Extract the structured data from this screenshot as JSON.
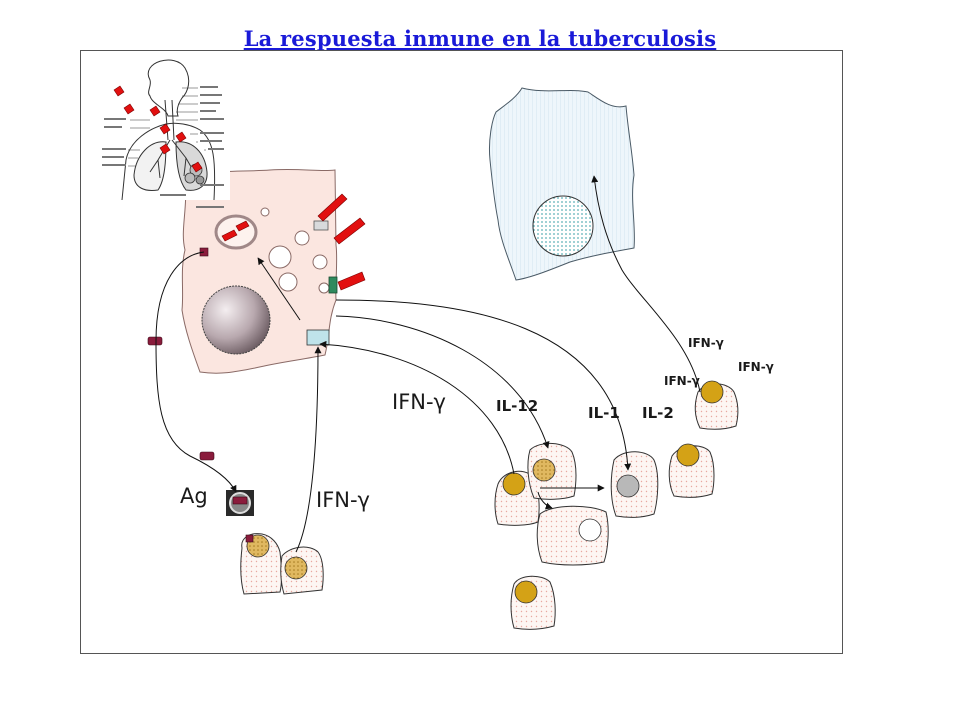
{
  "title": "La respuesta inmune en la  tuberculosis",
  "labels": {
    "ag": "Ag",
    "ifn_big_top": "IFN-γ",
    "ifn_big_bottom": "IFN-γ",
    "il12": "IL-12",
    "il1": "IL-1",
    "il2": "IL-2",
    "ifn_small_1": "IFN-γ",
    "ifn_small_2": "IFN-γ",
    "ifn_small_3": "IFN-γ"
  },
  "colors": {
    "title": "#1a1ad8",
    "macrophage": "#fbe6e0",
    "target_cell": "#e4f1f6",
    "lymphocyte_nucleus": "#d4a216",
    "bacillus": "#e21010",
    "receptor": "#8a1c3c"
  },
  "icons": [
    "respiratory-system-illustration",
    "macrophage-cell",
    "mycobacterium-bacillus",
    "antigen-complex",
    "t-lymphocyte",
    "infected-epithelial-cell"
  ]
}
